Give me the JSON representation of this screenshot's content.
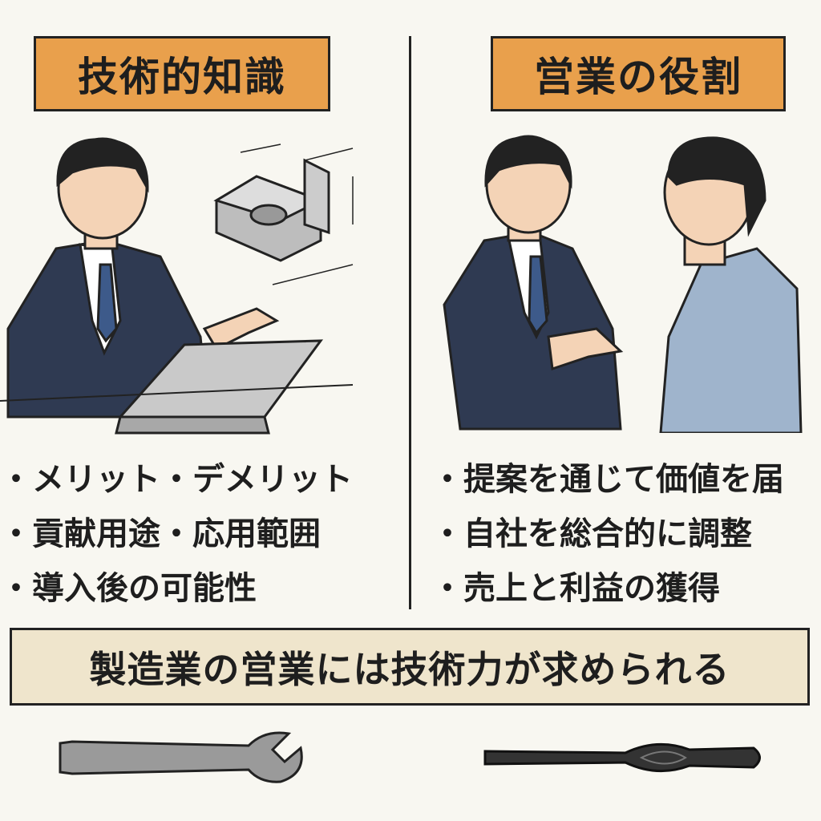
{
  "left_panel": {
    "title": "技術的知識",
    "bullets": [
      "メリット・デメリット",
      "貢献用途・応用範囲",
      "導入後の可能性"
    ]
  },
  "right_panel": {
    "title": "営業の役割",
    "bullets": [
      "提案を通じて価値を届",
      "自社を総合的に調整",
      "売上と利益の獲得"
    ]
  },
  "banner": {
    "text": "製造業の営業には技術力が求められる"
  },
  "colors": {
    "accent": "#e9a04c",
    "banner": "#efe5cc",
    "suit": "#2f3a52",
    "client": "#9fb4cc"
  }
}
